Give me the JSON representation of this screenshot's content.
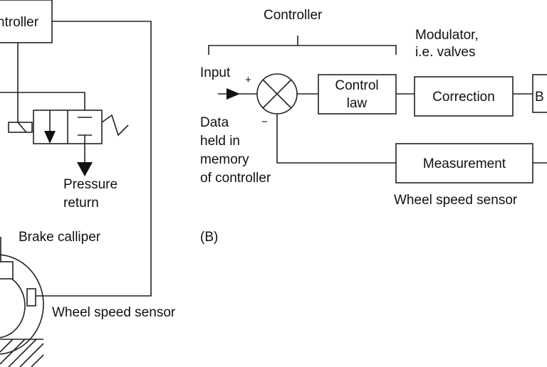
{
  "panel_a": {
    "controller_box": "ntroller",
    "pressure_return": [
      "Pressure",
      "return"
    ],
    "brake_calliper": "Brake calliper",
    "wheel_speed_sensor": "Wheel speed sensor"
  },
  "panel_b": {
    "panel_label": "(B)",
    "controller": "Controller",
    "modulator": [
      "Modulator,",
      "i.e. valves"
    ],
    "input": "Input",
    "plus_sign": "+",
    "minus_sign": "−",
    "data_note": [
      "Data",
      "held in",
      "memory",
      "of controller"
    ],
    "control_law": [
      "Control",
      "law"
    ],
    "correction": "Correction",
    "cut_box": "B",
    "measurement": "Measurement",
    "wheel_speed_sensor": "Wheel speed sensor"
  }
}
